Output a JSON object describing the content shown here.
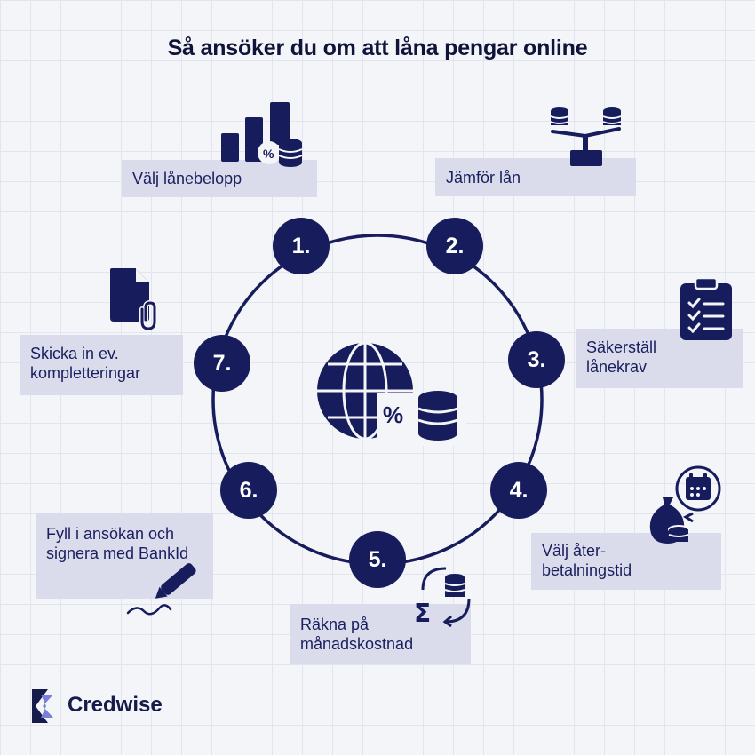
{
  "title": "Så ansöker du om att låna pengar online",
  "colors": {
    "primary": "#161c5c",
    "box": "#dadcec",
    "accent": "#7b7fdc"
  },
  "steps": [
    {
      "number": "1.",
      "label": "Välj lånebelopp",
      "icon": "bar-chart-coins-icon"
    },
    {
      "number": "2.",
      "label": "Jämför lån",
      "icon": "scale-coins-icon"
    },
    {
      "number": "3.",
      "label": "Säkerställ lånekrav",
      "icon": "clipboard-checklist-icon"
    },
    {
      "number": "4.",
      "label": "Välj åter-betalningstid",
      "icon": "money-bag-calendar-icon"
    },
    {
      "number": "5.",
      "label": "Räkna på månadskostnad",
      "icon": "sigma-coins-icon"
    },
    {
      "number": "6.",
      "label": "Fyll i ansökan och signera med BankId",
      "icon": "pen-signature-icon"
    },
    {
      "number": "7.",
      "label": "Skicka in ev. kompletteringar",
      "icon": "document-paperclip-icon"
    }
  ],
  "center_icon": "globe-percent-coins-icon",
  "brand": {
    "name": "Credwise",
    "logo": "credwise-logo-icon"
  }
}
